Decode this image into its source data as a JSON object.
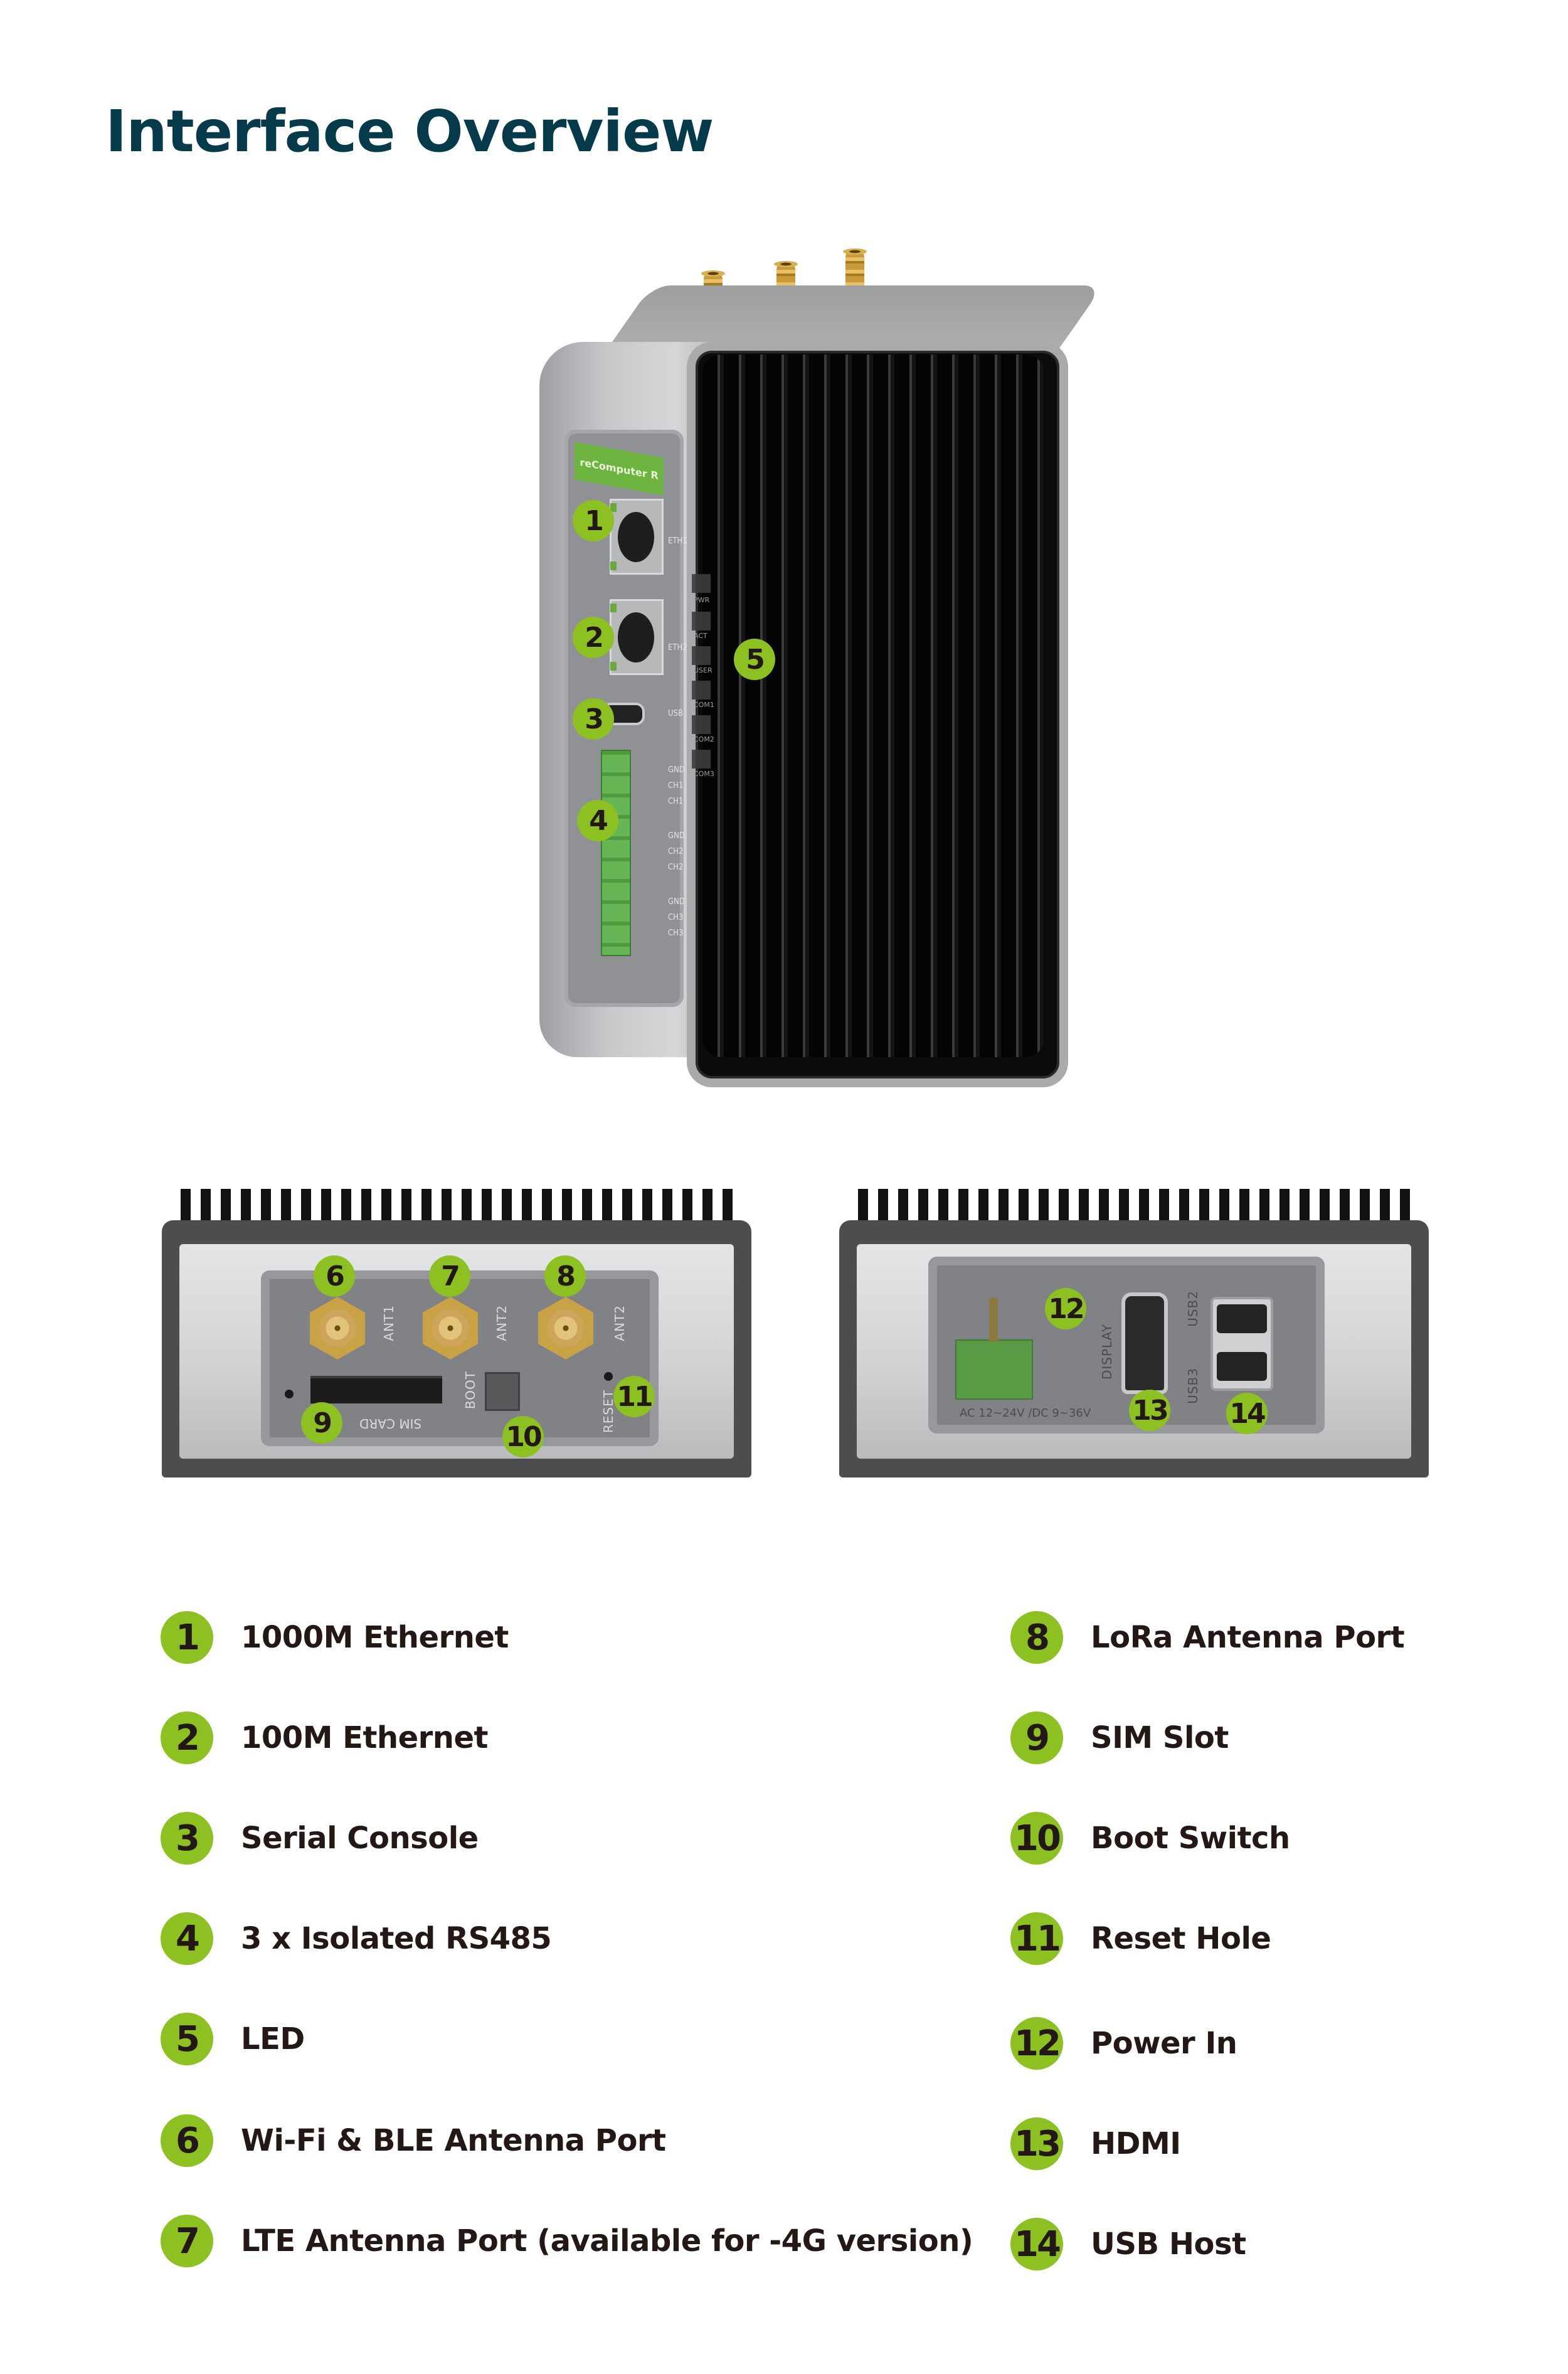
{
  "page": {
    "title": "Interface Overview"
  },
  "colors": {
    "title": "#053A4B",
    "badge_fill": "#8CC121",
    "badge_text": "#231815",
    "legend_text": "#231815"
  },
  "device": {
    "brand_label": "reComputer R",
    "front_port_labels": [
      "ETH1",
      "ETH2",
      "USB"
    ],
    "terminal_labels": [
      "GND",
      "CH1",
      "CH1",
      "GND",
      "CH2",
      "CH2",
      "GND",
      "CH3",
      "CH3"
    ],
    "led_labels": [
      "PWR",
      "ACT",
      "USER",
      "COM1",
      "COM2",
      "COM3"
    ],
    "top_view": {
      "antenna_labels": [
        "ANT1",
        "ANT2",
        "ANT2"
      ],
      "sim_label": "SIM CARD",
      "boot_label": "BOOT",
      "reset_label": "RESET"
    },
    "rear_view": {
      "power_label": "AC 12~24V /DC 9~36V",
      "display_label": "DISPLAY",
      "usb_labels": [
        "USB2",
        "USB3"
      ]
    }
  },
  "callouts": {
    "c1": "1",
    "c2": "2",
    "c3": "3",
    "c4": "4",
    "c5": "5",
    "c6": "6",
    "c7": "7",
    "c8": "8",
    "c9": "9",
    "c10": "10",
    "c11": "11",
    "c12": "12",
    "c13": "13",
    "c14": "14"
  },
  "legend": {
    "left": [
      {
        "num": "1",
        "label": "1000M Ethernet"
      },
      {
        "num": "2",
        "label": "100M Ethernet"
      },
      {
        "num": "3",
        "label": "Serial Console"
      },
      {
        "num": "4",
        "label": "3 x Isolated RS485"
      },
      {
        "num": "5",
        "label": "LED"
      },
      {
        "num": "6",
        "label": "Wi-Fi & BLE Antenna Port"
      },
      {
        "num": "7",
        "label": "LTE Antenna Port (available for -4G version)"
      }
    ],
    "right": [
      {
        "num": "8",
        "label": "LoRa Antenna Port"
      },
      {
        "num": "9",
        "label": "SIM Slot"
      },
      {
        "num": "10",
        "label": "Boot Switch"
      },
      {
        "num": "11",
        "label": "Reset Hole"
      },
      {
        "num": "12",
        "label": "Power In"
      },
      {
        "num": "13",
        "label": "HDMI"
      },
      {
        "num": "14",
        "label": "USB Host"
      }
    ]
  }
}
